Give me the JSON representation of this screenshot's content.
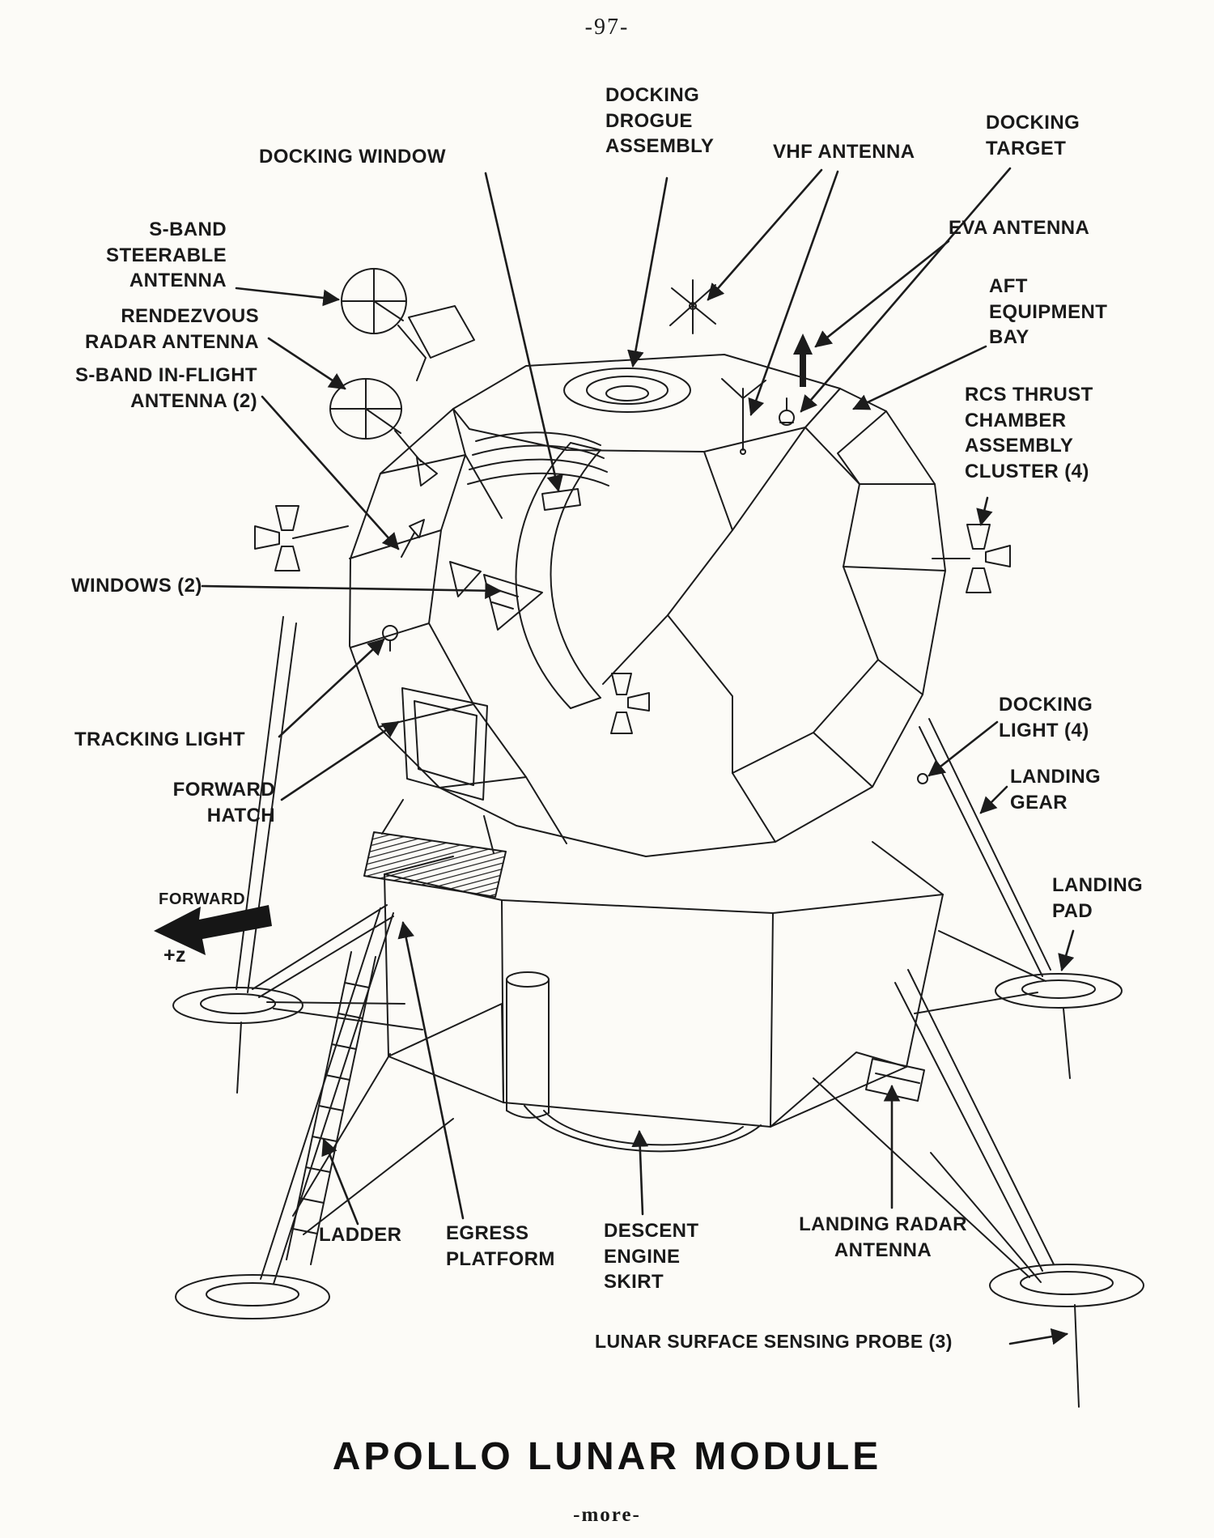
{
  "page": {
    "number": "-97-",
    "title": "APOLLO LUNAR MODULE",
    "footer": "-more-"
  },
  "diagram": {
    "subject": "Apollo Lunar Module labeled line drawing",
    "ink_color": "#1c1c1c",
    "paper_color": "#fcfbf7"
  },
  "labels": {
    "docking_drogue_assembly": "DOCKING\nDROGUE\nASSEMBLY",
    "docking_window": "DOCKING WINDOW",
    "vhf_antenna": "VHF ANTENNA",
    "docking_target": "DOCKING\nTARGET",
    "eva_antenna": "EVA ANTENNA",
    "s_band_steerable_antenna": "S-BAND\nSTEERABLE\nANTENNA",
    "rendezvous_radar_antenna": "RENDEZVOUS\nRADAR ANTENNA",
    "s_band_in_flight_antenna": "S-BAND IN-FLIGHT\nANTENNA (2)",
    "aft_equipment_bay": "AFT\nEQUIPMENT\nBAY",
    "rcs_thrust_cluster": "RCS THRUST\nCHAMBER\nASSEMBLY\nCLUSTER (4)",
    "windows": "WINDOWS (2)",
    "tracking_light": "TRACKING LIGHT",
    "forward_hatch": "FORWARD\nHATCH",
    "docking_light": "DOCKING\nLIGHT (4)",
    "landing_gear": "LANDING\nGEAR",
    "forward_direction": "FORWARD",
    "plus_z_axis": "+z",
    "landing_pad": "LANDING\nPAD",
    "ladder": "LADDER",
    "egress_platform": "EGRESS\nPLATFORM",
    "descent_engine_skirt": "DESCENT\nENGINE\nSKIRT",
    "landing_radar_antenna": "LANDING RADAR\nANTENNA",
    "lunar_surface_sensing_probe": "LUNAR SURFACE SENSING PROBE (3)"
  }
}
